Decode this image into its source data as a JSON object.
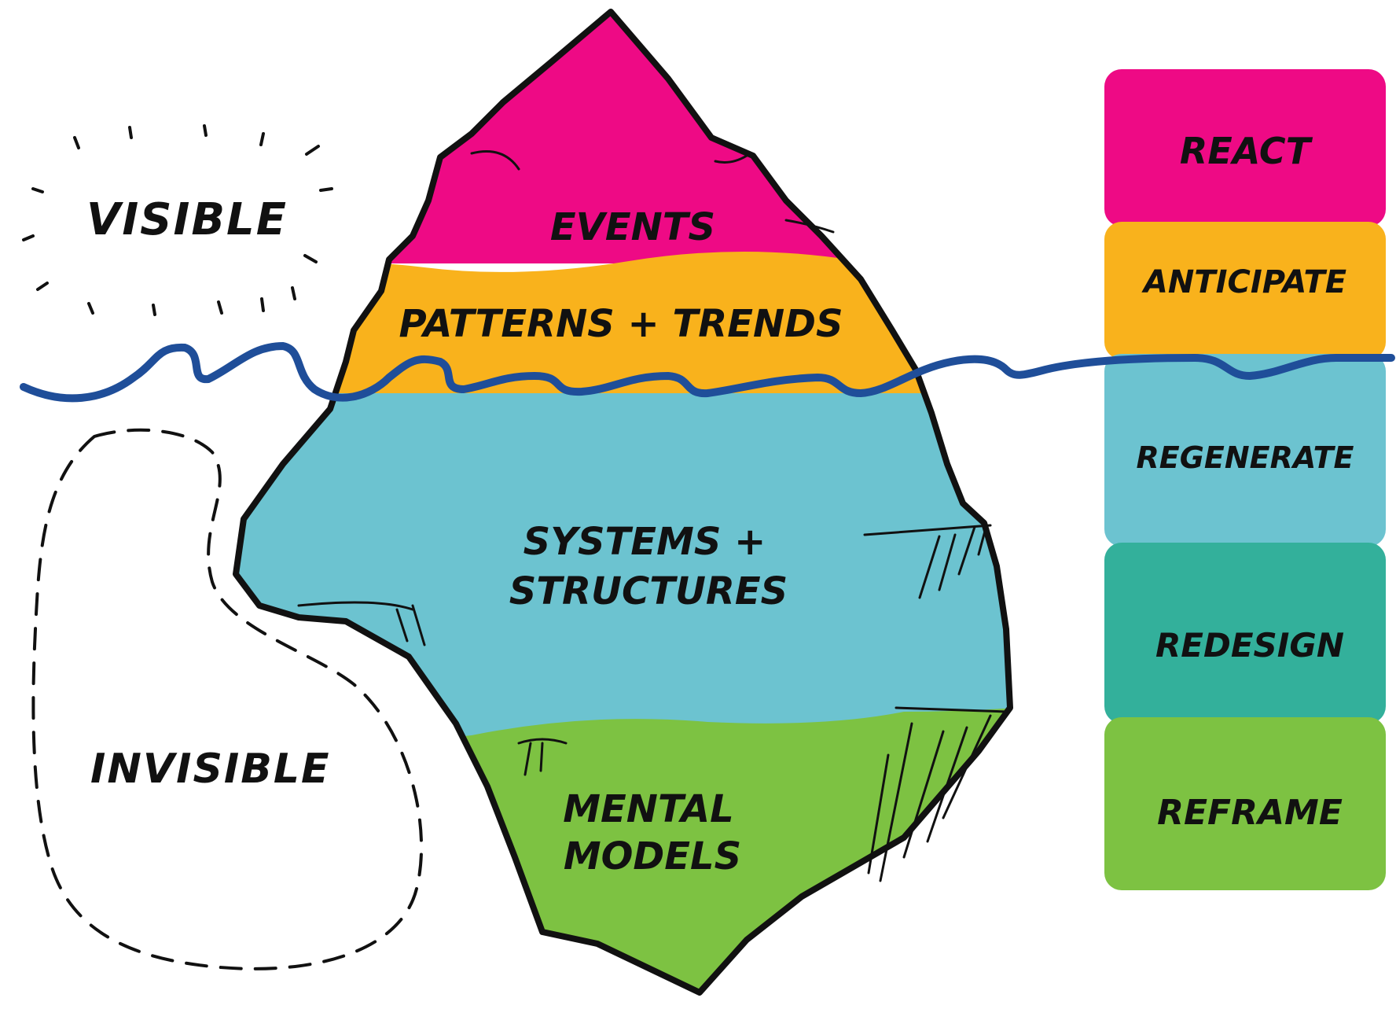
{
  "diagram": {
    "zone_labels": {
      "visible": "VISIBLE",
      "invisible": "INVISIBLE"
    },
    "iceberg_layers": [
      {
        "id": "events",
        "lines": [
          "EVENTS"
        ],
        "color": "#EE0A85"
      },
      {
        "id": "patterns",
        "lines": [
          "PATTERNS + TRENDS"
        ],
        "color": "#F9B21C"
      },
      {
        "id": "systems",
        "lines": [
          "SYSTEMS +",
          "STRUCTURES"
        ],
        "color": "#6CC3D0"
      },
      {
        "id": "mental-models",
        "lines": [
          "MENTAL",
          "MODELS"
        ],
        "color": "#7DC242"
      }
    ],
    "actions": [
      {
        "id": "react",
        "label": "REACT",
        "color": "#EE0A85"
      },
      {
        "id": "anticipate",
        "label": "ANTICIPATE",
        "color": "#F9B21C"
      },
      {
        "id": "regenerate",
        "label": "REGENERATE",
        "color": "#6CC3D0"
      },
      {
        "id": "redesign",
        "label": "REDESIGN",
        "color": "#33B09B"
      },
      {
        "id": "reframe",
        "label": "REFRAME",
        "color": "#7DC242"
      }
    ],
    "colors": {
      "water_line": "#1F4E99",
      "outline": "#111111"
    }
  }
}
